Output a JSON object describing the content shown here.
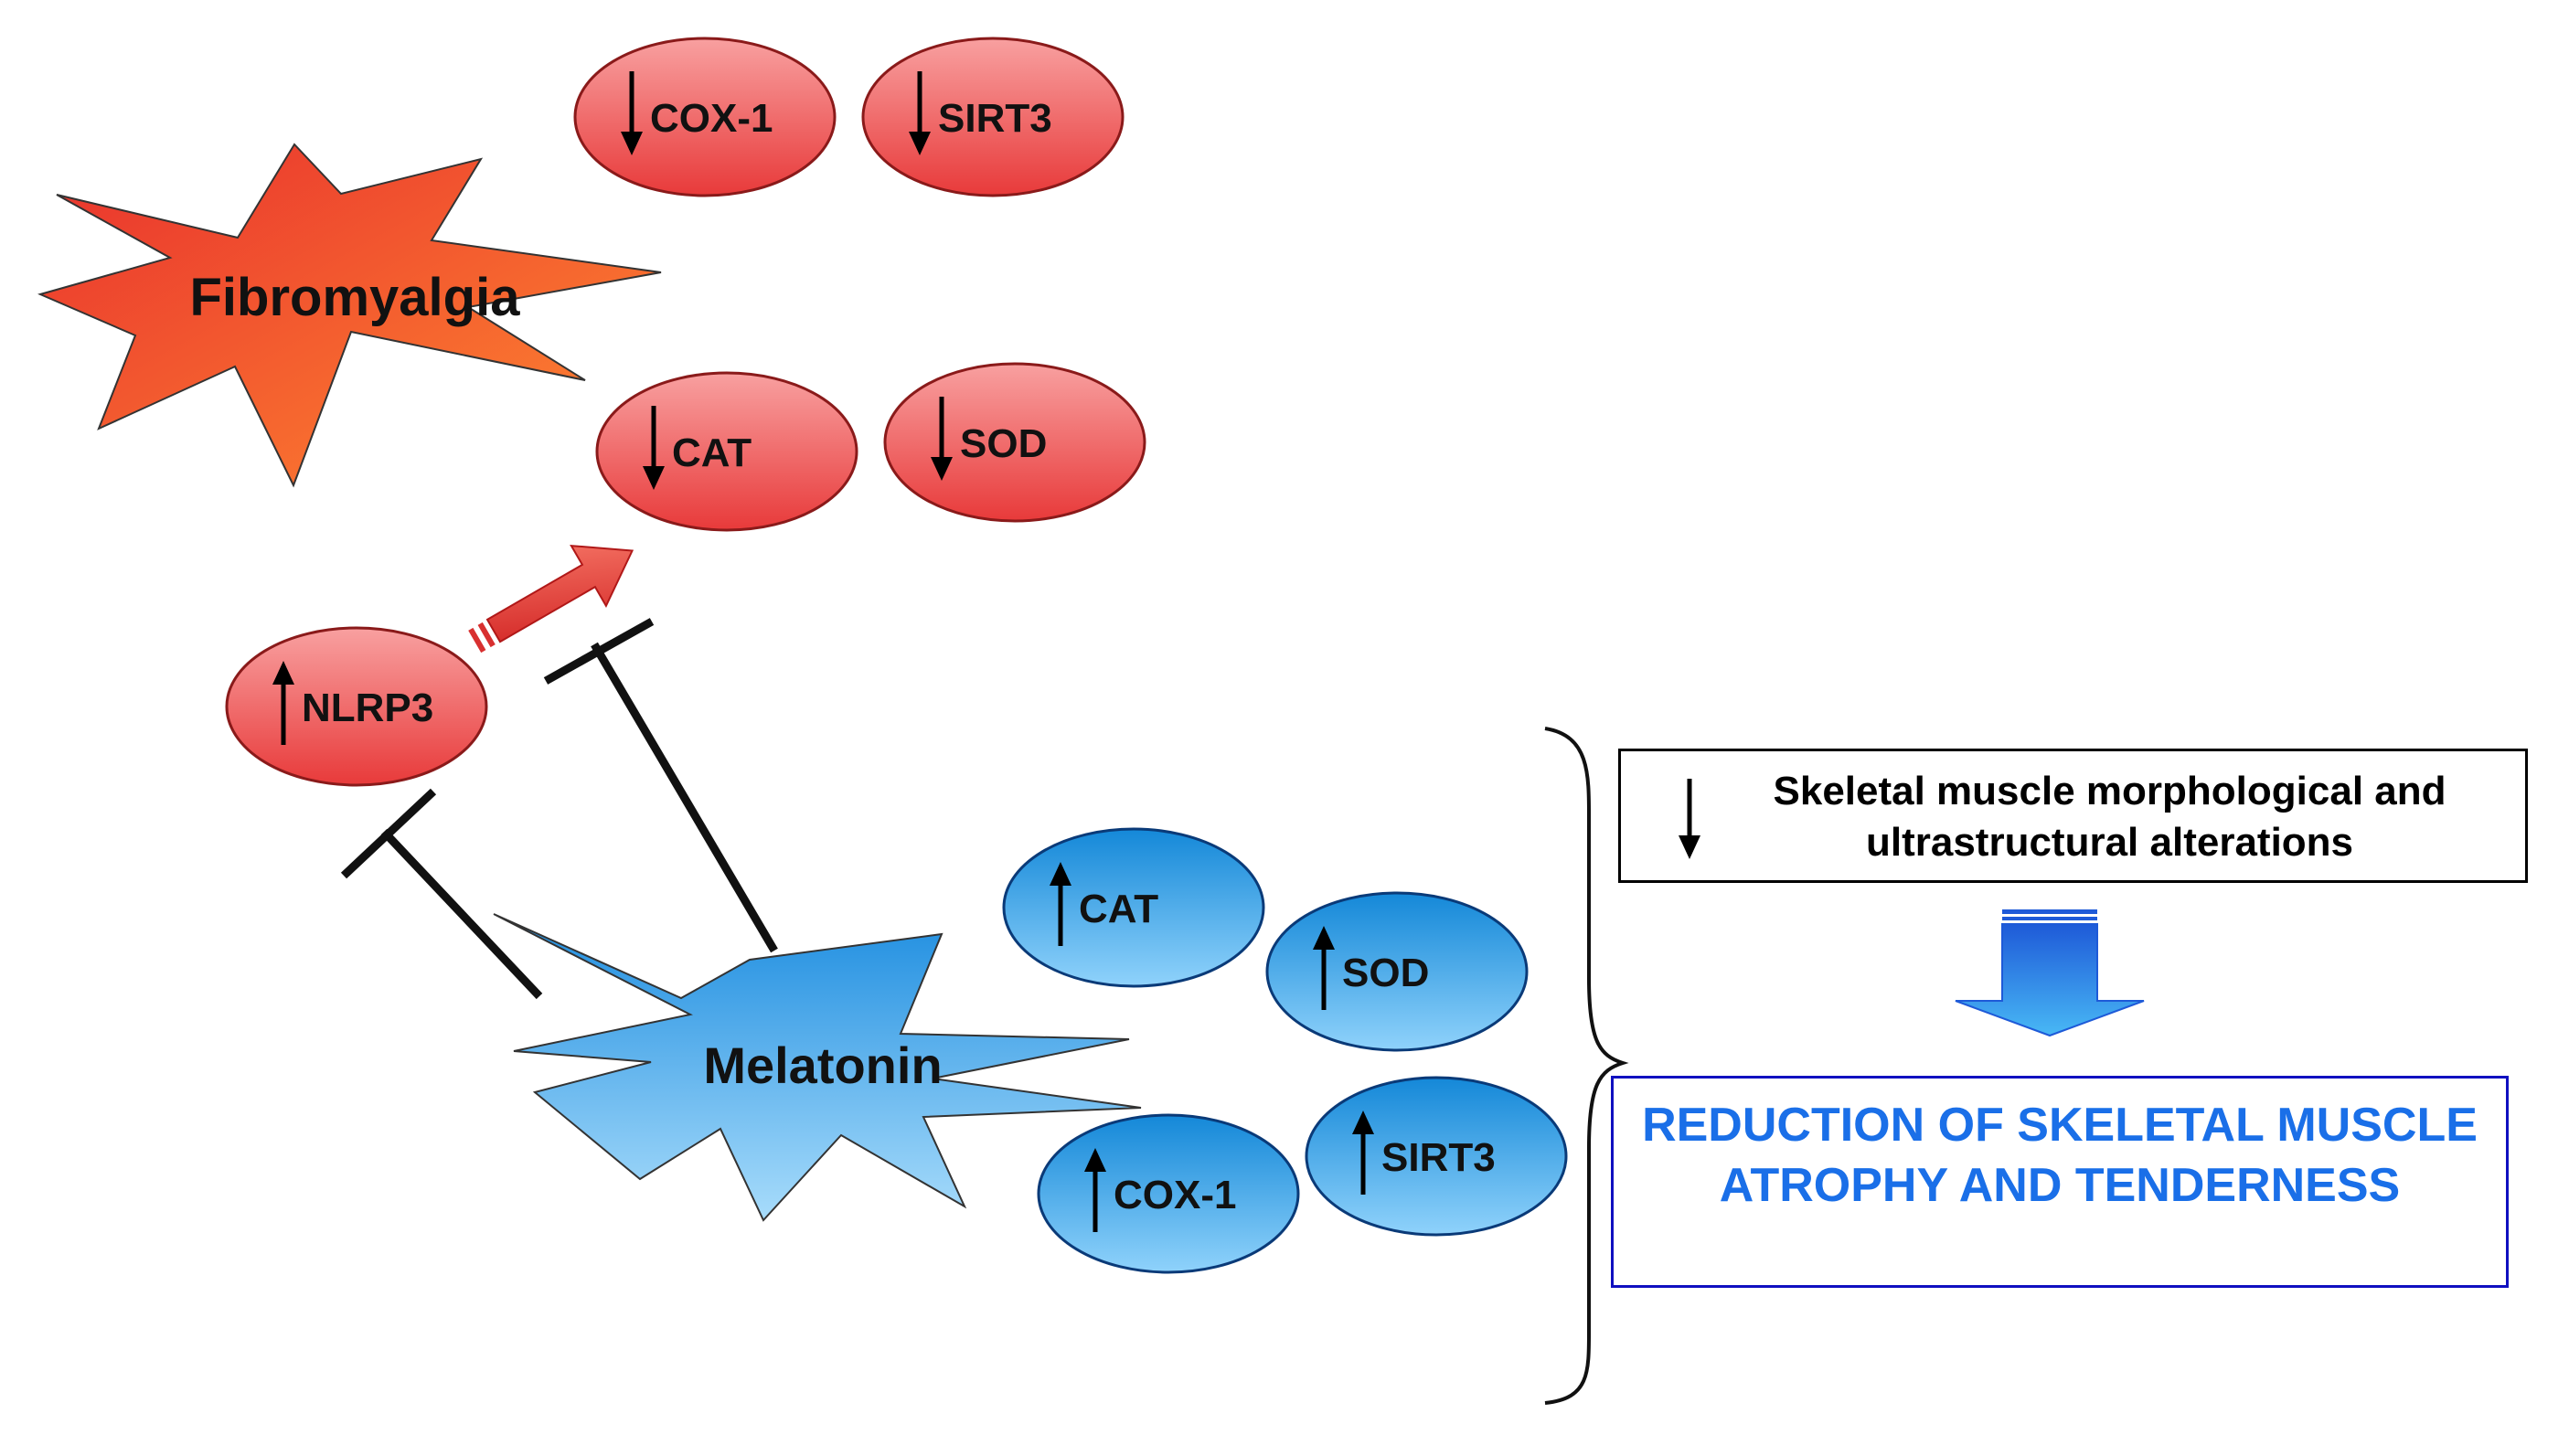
{
  "fibromyalgia": {
    "label": "Fibromyalgia",
    "decreased": [
      "COX-1",
      "SIRT3",
      "CAT",
      "SOD"
    ],
    "increased": [
      "NLRP3"
    ]
  },
  "melatonin": {
    "label": "Melatonin",
    "increased": [
      "CAT",
      "SOD",
      "COX-1",
      "SIRT3"
    ]
  },
  "outcome": {
    "alterations_text": "Skeletal muscle morphological and ultrastructural alterations",
    "result_text": "REDUCTION OF SKELETAL MUSCLE ATROPHY AND TENDERNESS"
  },
  "colors": {
    "red_fill": "#f26a6a",
    "blue_fill": "#3aa9ea",
    "result_text": "#1a6fe8",
    "result_border": "#1010c0",
    "big_arrow": "#1e73e8"
  }
}
